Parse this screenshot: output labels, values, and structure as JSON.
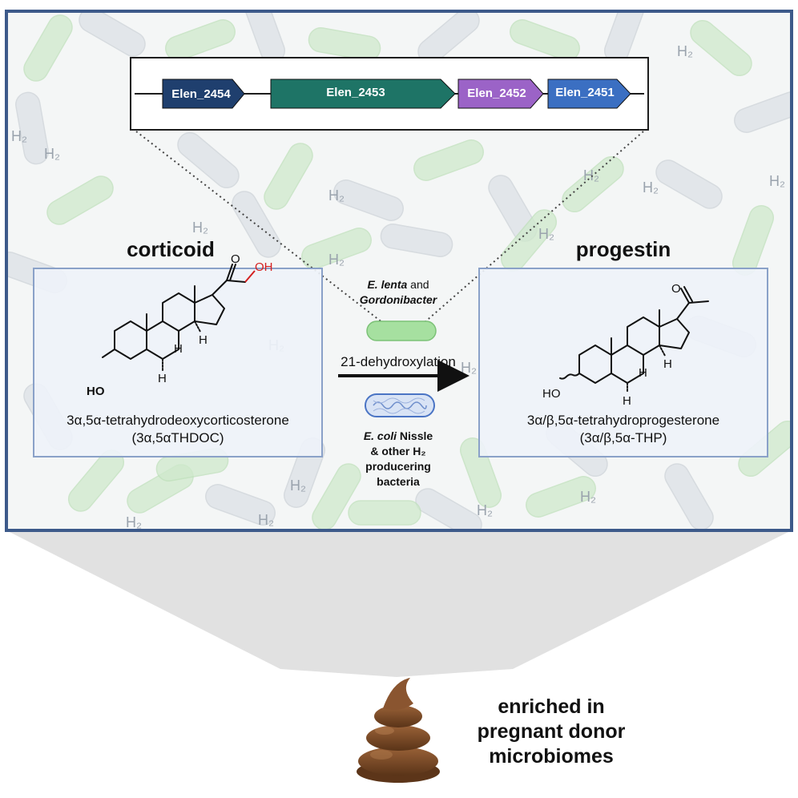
{
  "genes": [
    {
      "label": "Elen_2454",
      "color": "#1f3f6e"
    },
    {
      "label": "Elen_2453",
      "color": "#1e7466"
    },
    {
      "label": "Elen_2452",
      "color": "#9b63c7"
    },
    {
      "label": "Elen_2451",
      "color": "#3b6fc2"
    }
  ],
  "background_label": "H₂",
  "left": {
    "title": "corticoid",
    "name_line1": "3α,5α-tetrahydrodeoxycorticosterone",
    "name_line2": "(3α,5αTHDOC)",
    "atoms": {
      "oh_top": "OH",
      "o_ketone": "O",
      "ho": "HO",
      "h": "H"
    }
  },
  "right": {
    "title": "progestin",
    "name_line1": "3α/β,5α-tetrahydroprogesterone",
    "name_line2": "(3α/β,5α-THP)",
    "atoms": {
      "o_ketone": "O",
      "ho": "HO",
      "h": "H"
    }
  },
  "middle": {
    "org1_italic": "E. lenta",
    "org1_and": " and",
    "org2_italic": "Gordonibacter",
    "reaction": "21-dehydroxylation",
    "ecoli_italic": "E. coli",
    "ecoli_rest": " Nissle",
    "line2": "& other H₂",
    "line3": "producering",
    "line4": "bacteria"
  },
  "bottom": {
    "line1": "enriched in",
    "line2": "pregnant donor",
    "line3": "microbiomes"
  },
  "colors": {
    "frame": "#3d5a8a",
    "panel_border": "#8aa1c8",
    "panel_fill": "#edf2f8",
    "hydroxyl": "#d42020",
    "funnel": "#e0e0e0",
    "poop": "#7a4a2a"
  }
}
